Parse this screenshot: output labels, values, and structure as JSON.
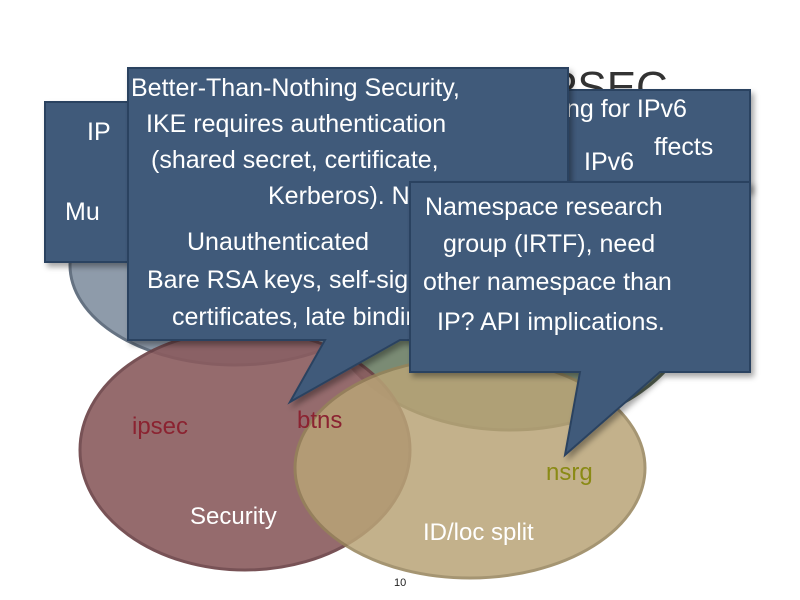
{
  "slide": {
    "title_fragment": "PSEC",
    "page_number": "10"
  },
  "venn": {
    "labels": [
      {
        "id": "ipsec",
        "text": "ipsec",
        "color": "#8b2331"
      },
      {
        "id": "btns",
        "text": "btns",
        "color": "#8b2331"
      },
      {
        "id": "nsrg",
        "text": "nsrg",
        "color": "#8a8a15"
      },
      {
        "id": "security",
        "text": "Security",
        "color": "#ffffff"
      },
      {
        "id": "idloc",
        "text": "ID/loc split",
        "color": "#ffffff"
      }
    ],
    "colors": {
      "ipsec": "#8a5b5e",
      "hip": "#6c7f66",
      "nsrg": "#b9a477",
      "top": "#8896a6"
    }
  },
  "callouts": {
    "behind_left_lines": [
      "IP",
      "",
      "",
      "Mu"
    ],
    "behind_right_lines": [
      "ng for IPv6",
      "ffects",
      "IPv6"
    ],
    "btns": [
      "Better-Than-Nothing Security,",
      "IKE requires authentication",
      "(shared secret, certificate,",
      "Kerberos). Need",
      "Unauthenticated",
      "Bare RSA keys, self-signed",
      "certificates, late binding"
    ],
    "nsrg": [
      "Namespace research",
      "group (IRTF), need",
      "other namespace than",
      "IP? API implications."
    ],
    "colors": {
      "fill": "#3f5a7a",
      "stroke": "#2c4360",
      "text": "#ffffff"
    }
  }
}
